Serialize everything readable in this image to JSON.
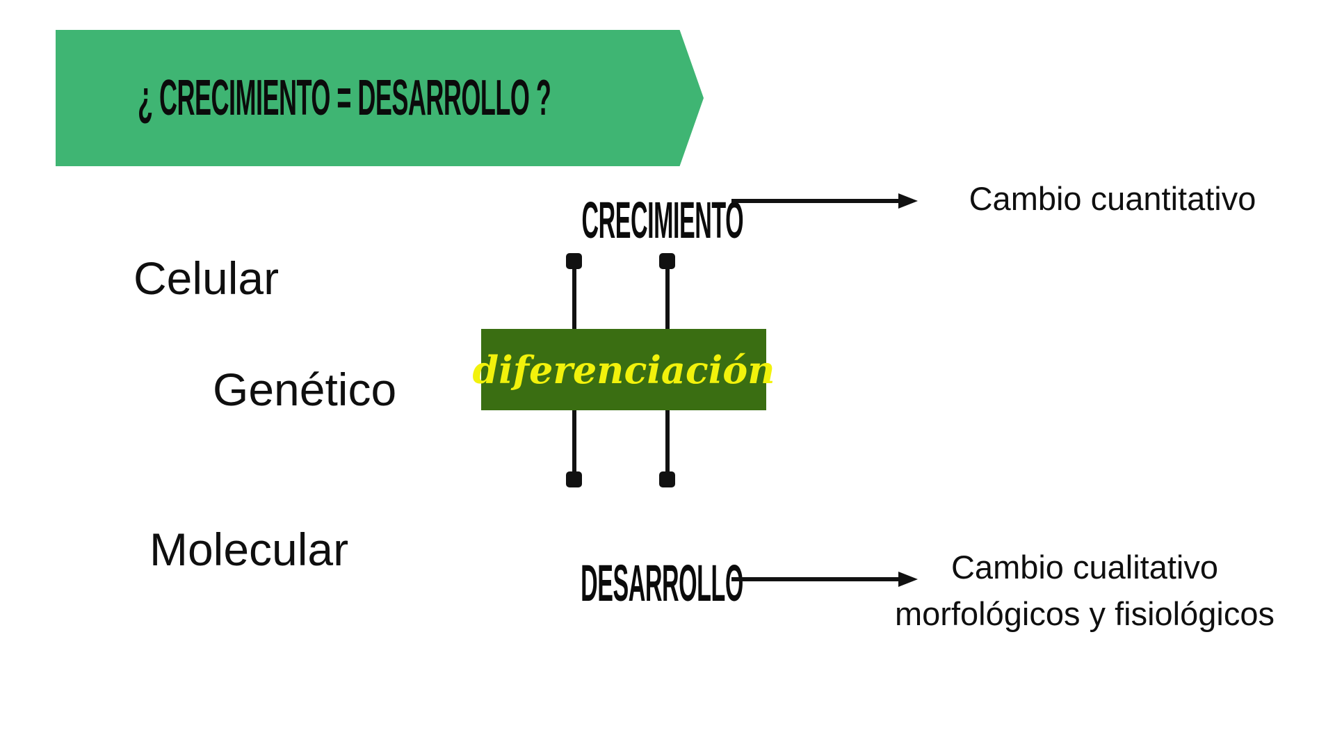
{
  "slide": {
    "banner": {
      "text": "¿ CRECIMIENTO = DESARROLLO ?",
      "bg_color": "#3FB573"
    },
    "crecimiento": {
      "label": "CRECIMIENTO",
      "result": "Cambio cuantitativo"
    },
    "desarrollo": {
      "label": "DESARROLLO",
      "result_line1": "Cambio cualitativo",
      "result_line2": "morfológicos y fisiológicos"
    },
    "levels": [
      {
        "label": "Celular"
      },
      {
        "label": "Genético"
      },
      {
        "label": "Molecular"
      }
    ],
    "diferenciacion": {
      "label": "diferenciación",
      "bg_color": "#3A6E12",
      "text_color": "#F2F20C"
    },
    "connector_color": "#111111"
  }
}
